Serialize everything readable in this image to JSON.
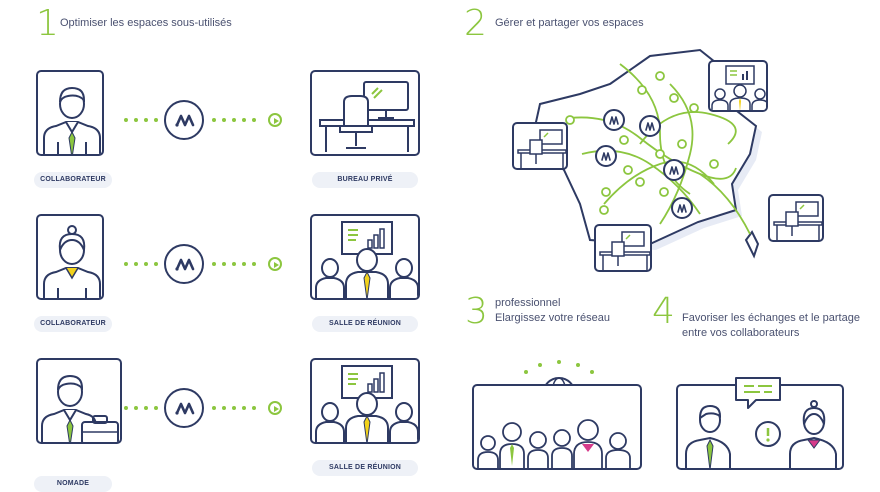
{
  "steps": [
    {
      "number": "1",
      "text": "Optimiser les espaces sous-utilisés"
    },
    {
      "number": "2",
      "text": "Gérer et partager vos espaces"
    },
    {
      "number": "3",
      "line1": "professionnel",
      "line2": "Elargissez votre réseau"
    },
    {
      "number": "4",
      "line1": "Favoriser les échanges et le partage",
      "line2": "entre vos collaborateurs"
    }
  ],
  "rows": [
    {
      "left_label": "COLLABORATEUR",
      "right_label": "BUREAU PRIVÉ"
    },
    {
      "left_label": "COLLABORATEUR",
      "right_label": "SALLE DE RÉUNION"
    },
    {
      "left_label": "NOMADE",
      "right_label": "SALLE DE RÉUNION"
    }
  ],
  "colors": {
    "navy": "#2e3a63",
    "green": "#8cc63f",
    "yellow": "#f2d21b",
    "pink": "#d63a8a",
    "map_shadow": "#e7ebf5"
  },
  "icons": [
    "person-icon",
    "woman-icon",
    "briefcase-icon",
    "logo-icon",
    "arrow-circle-icon",
    "desk-icon",
    "meeting-icon",
    "map-icon",
    "globe-icon",
    "chat-bubble-icon"
  ]
}
